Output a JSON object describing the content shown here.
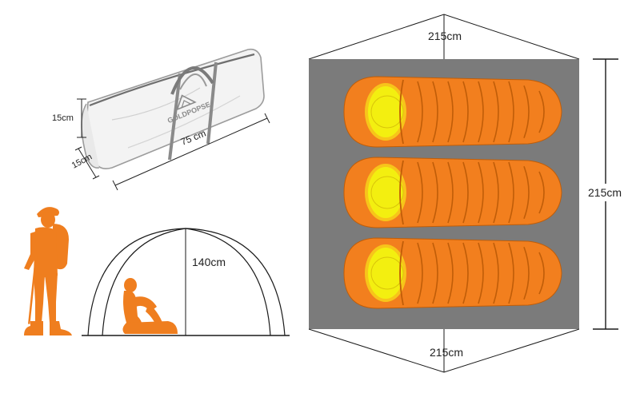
{
  "bag": {
    "height_label": "15cm",
    "depth_label": "15cm",
    "length_label": "75 cm",
    "brand_text": "GOLDPOPSE"
  },
  "tent": {
    "height_label": "140cm"
  },
  "floor": {
    "top_width_label": "215cm",
    "bottom_width_label": "215cm",
    "side_length_label": "215cm",
    "sleeping_bag_count": 3
  },
  "colors": {
    "floor": "#7b7b7b",
    "sleeping_bag": "#f27f1e",
    "sleeping_bag_outline": "#c05d08",
    "pillow": "#f3ef10",
    "pillow_glow": "#f7c51a",
    "person": "#ef7e1f",
    "line": "#1a1a1a"
  }
}
